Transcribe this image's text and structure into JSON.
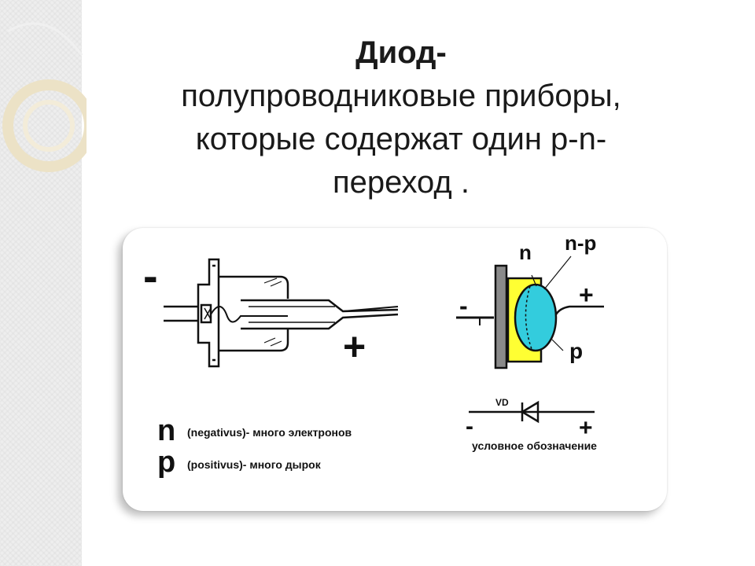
{
  "slide": {
    "title": "Диод-",
    "definition_lines": [
      "полупроводниковые приборы,",
      "которые содержат один p-n-",
      "переход ."
    ]
  },
  "figure": {
    "device": {
      "minus_sign": "-",
      "plus_sign": "+"
    },
    "junction": {
      "label_n": "n",
      "label_np": "n-p",
      "label_p": "p",
      "minus_sign": "-",
      "plus_sign": "+",
      "colors": {
        "n_region": "#ffff33",
        "p_region": "#33ccdd",
        "plate": "#8a8a8a"
      }
    },
    "symbol": {
      "ref": "VD",
      "minus_sign": "-",
      "plus_sign": "+",
      "caption": "условное обозначение"
    },
    "legend": [
      {
        "letter": "n",
        "text": "(negativus)- много электронов"
      },
      {
        "letter": "p",
        "text": "(positivus)- много дырок"
      }
    ]
  },
  "colors": {
    "background": "#ffffff",
    "strip": "#eeeeee",
    "ring": "#e8dcc0"
  }
}
